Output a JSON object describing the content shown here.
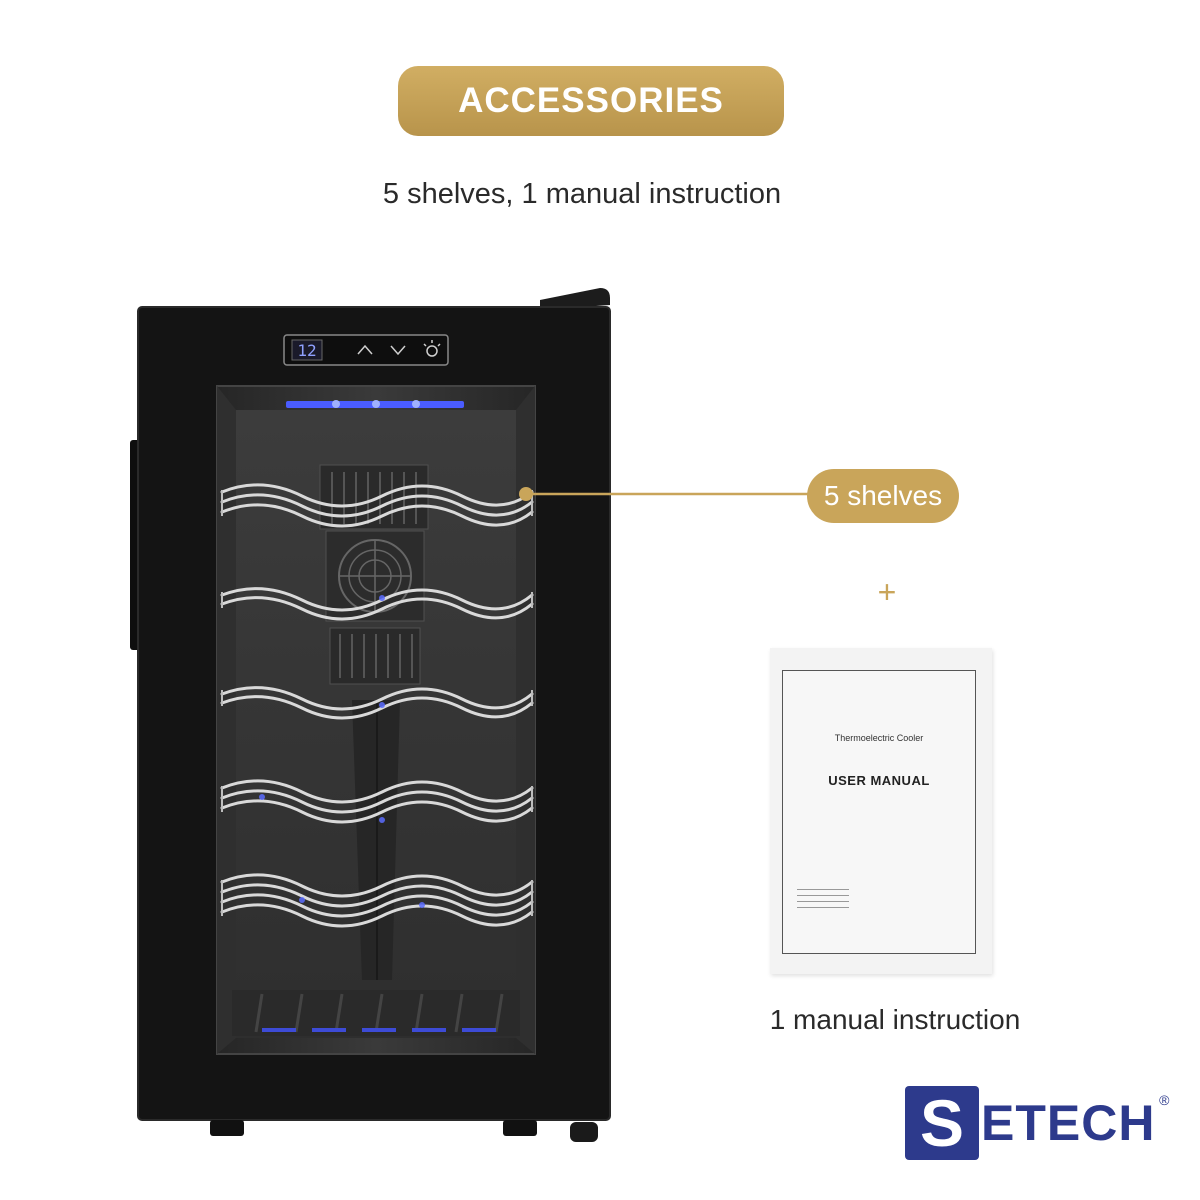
{
  "header": {
    "badge_label": "ACCESSORIES",
    "subtitle": "5 shelves, 1 manual instruction"
  },
  "product": {
    "display_value": "12",
    "up_icon": "chevron-up-icon",
    "down_icon": "chevron-down-icon",
    "light_icon": "light-bulb-icon",
    "shelf_count": 5
  },
  "callout": {
    "label": "5 shelves",
    "plus": "+"
  },
  "manual": {
    "subtitle": "Thermoelectric Cooler",
    "title": "USER MANUAL",
    "caption": "1 manual instruction"
  },
  "logo": {
    "letter": "S",
    "text": "ETECH",
    "registered": "®"
  },
  "colors": {
    "gold": "#c9a55a",
    "gold_dark": "#b8944b",
    "brand_blue": "#2d3a8c",
    "cabinet": "#141414",
    "led_blue": "#4a5cff"
  }
}
